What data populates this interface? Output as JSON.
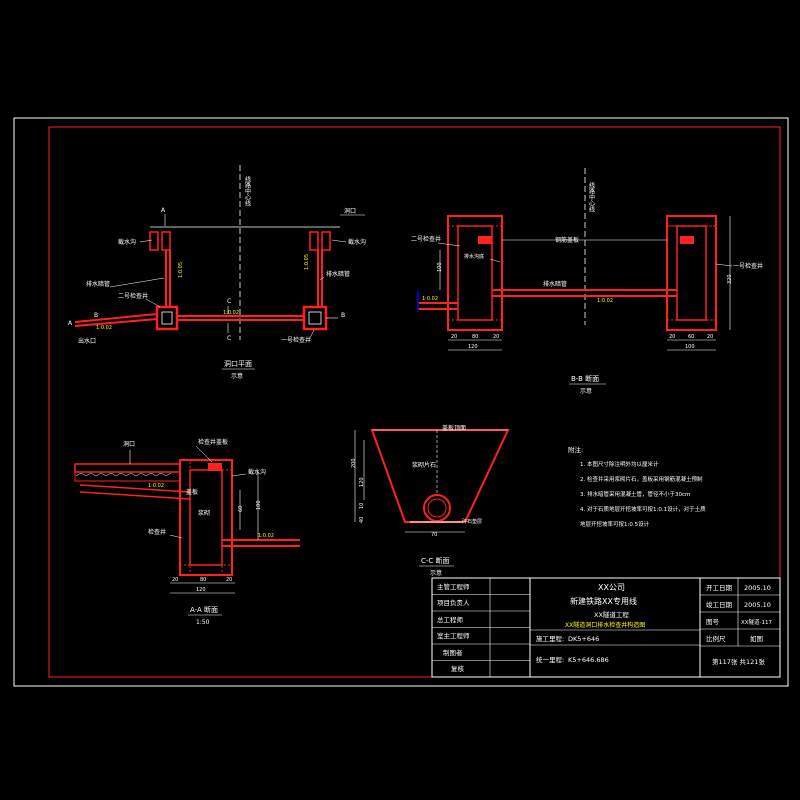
{
  "colors": {
    "background": "#000000",
    "frame": "#ffffff",
    "structure": "#ff2020",
    "dimension": "#ffffff",
    "highlight": "#ffff00"
  },
  "plan": {
    "vertical_label": "线路中心线",
    "title": "洞口平面",
    "subtitle": "示意",
    "section_a": "A",
    "section_b": "B",
    "section_c": "C",
    "cave_label": "洞口",
    "left_top_label": "截水沟",
    "right_top_label": "截水沟",
    "left_pipe_label": "排水暗管",
    "right_pipe_label": "排水暗管",
    "well_label_left": "二号检查井",
    "well_label_right": "一号检查井",
    "slope_center": "1:0.02",
    "slope_left": "1:0.02",
    "outlet_label": "出水口",
    "slope_side_left": "1:0.05",
    "slope_side_right": "1:0.05"
  },
  "section_bb": {
    "vertical_label": "线路中心线",
    "title": "B-B 断面",
    "subtitle": "示意",
    "left_well": "二号检查井",
    "right_well": "一号检查井",
    "cover_label": "钢筋盖板",
    "pipe_label": "排水暗管",
    "slope_label": "1:0.02",
    "slope_left": "1:0.02",
    "inner_label": "排水沟底",
    "dim_left": [
      "20",
      "80",
      "20"
    ],
    "dim_left_total": "120",
    "dim_right": [
      "20",
      "60",
      "20"
    ],
    "dim_right_total": "100",
    "dim_height": "320",
    "dim_side": "100"
  },
  "section_aa": {
    "title": "A-A 断面",
    "subtitle": "1:50",
    "cave_label": "洞口",
    "top_label": "检查井盖板",
    "label_a": "截水沟",
    "label_b": "盖板",
    "slope_a": "1:0.02",
    "slope_b": "1:0.02",
    "well_label": "检查井",
    "mid_label": "浆砌",
    "dim_bottom": [
      "20",
      "80",
      "20"
    ],
    "dim_total": "120",
    "dim_v1": "100",
    "dim_v2": "60"
  },
  "section_cc": {
    "title": "C-C 断面",
    "subtitle": "示意",
    "top_label": "盖板顶面",
    "fill_label": "浆砌片石",
    "bottom_label": "碎石垫层",
    "dim_h1": "200",
    "dim_h2": "120",
    "dim_h3": "10",
    "dim_h4": "40",
    "dim_bottom": "70"
  },
  "notes": {
    "heading": "附注:",
    "items": [
      "1. 本图尺寸除注明外均以厘米计",
      "2. 检查井采用浆砌片石，盖板采用钢筋混凝土预制",
      "3. 排水暗管采用混凝土管，管径不小于30cm",
      "4. 对于石质地层开挖坡率可按1:0.1设计，对于土质",
      "   地层开挖坡率可按1:0.5设计"
    ]
  },
  "title_block": {
    "rows": [
      "主管工程师",
      "项目负责人",
      "总工程师",
      "室主工程师",
      "制图者",
      "复核"
    ],
    "company": "XX公司",
    "project": "新建铁路XX专用线",
    "subproject": "XX隧道工程",
    "drawing_name": "XX隧道洞口排水检查井构造图",
    "construction_mileage_label": "施工里程:",
    "construction_mileage": "DK5+646",
    "unified_mileage_label": "统一里程:",
    "unified_mileage": "K5+646.686",
    "right_labels": [
      "开工日期",
      "竣工日期",
      "图号",
      "比例尺"
    ],
    "right_values": [
      "2005.10",
      "2005.10",
      "XX隧道-117",
      "如图"
    ],
    "sheet": "第117张 共121张"
  }
}
